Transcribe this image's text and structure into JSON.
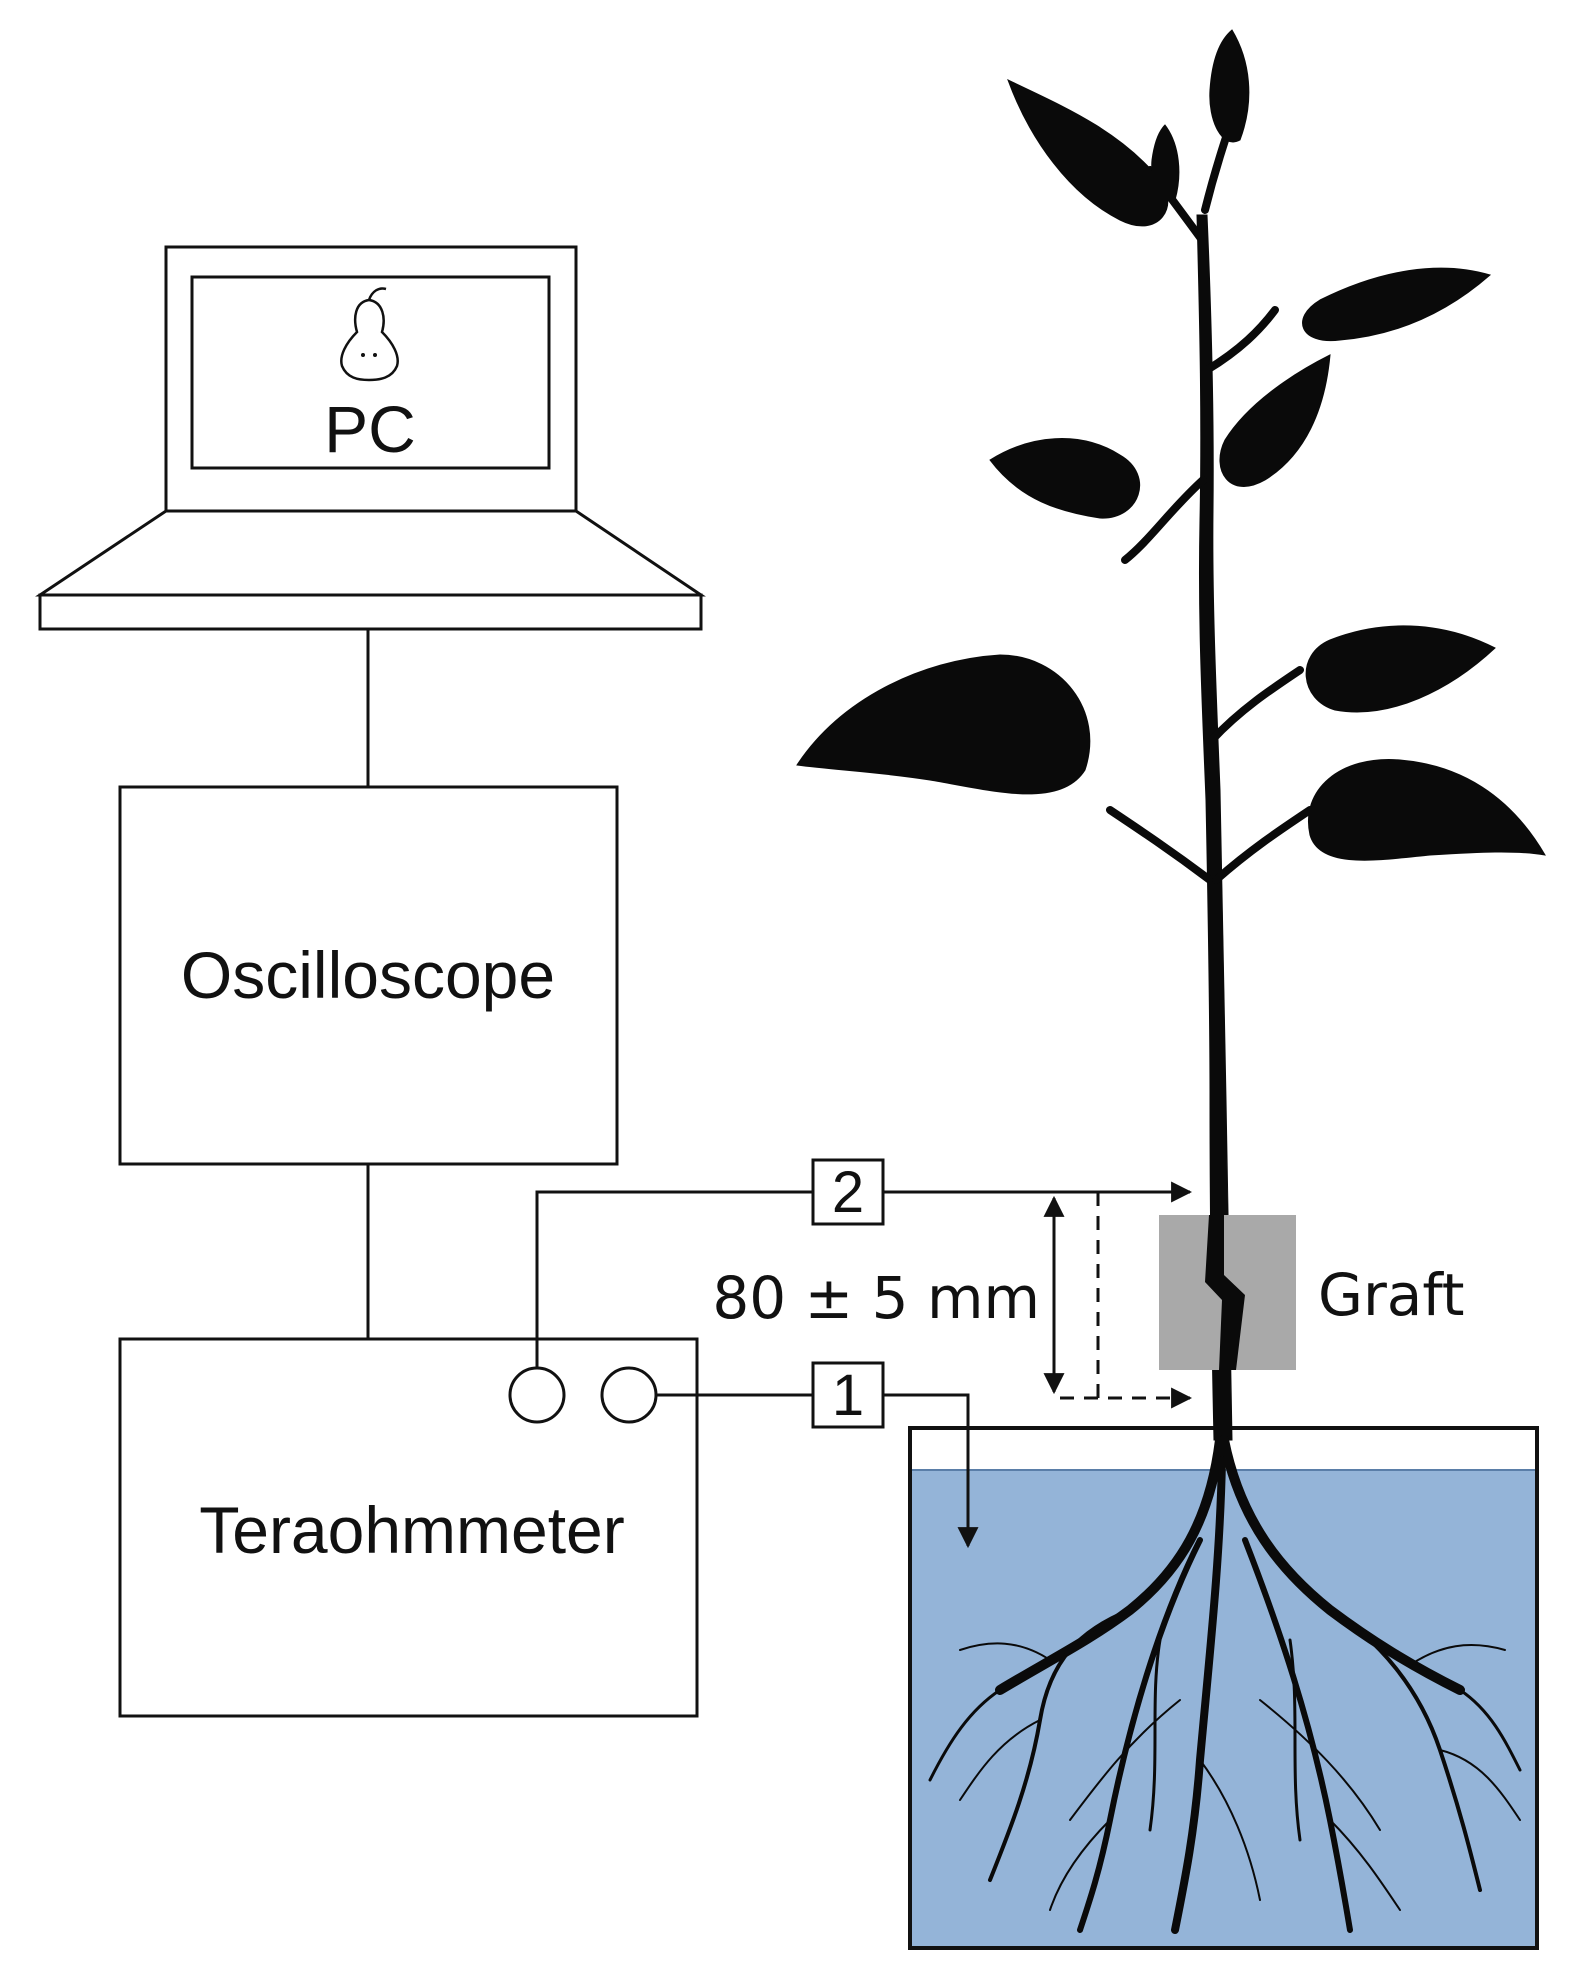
{
  "labels": {
    "pc": "PC",
    "oscilloscope": "Oscilloscope",
    "teraohmmeter": "Teraohmmeter",
    "graft": "Graft",
    "distance": "80 ± 5 mm",
    "electrode_1": "1",
    "electrode_2": "2"
  },
  "icons": {
    "screen_logo": "pear-icon"
  },
  "colors": {
    "water": "#94b4d8",
    "graft": "#a9a9a9",
    "plant": "#0a0a0a",
    "line": "#111111"
  }
}
